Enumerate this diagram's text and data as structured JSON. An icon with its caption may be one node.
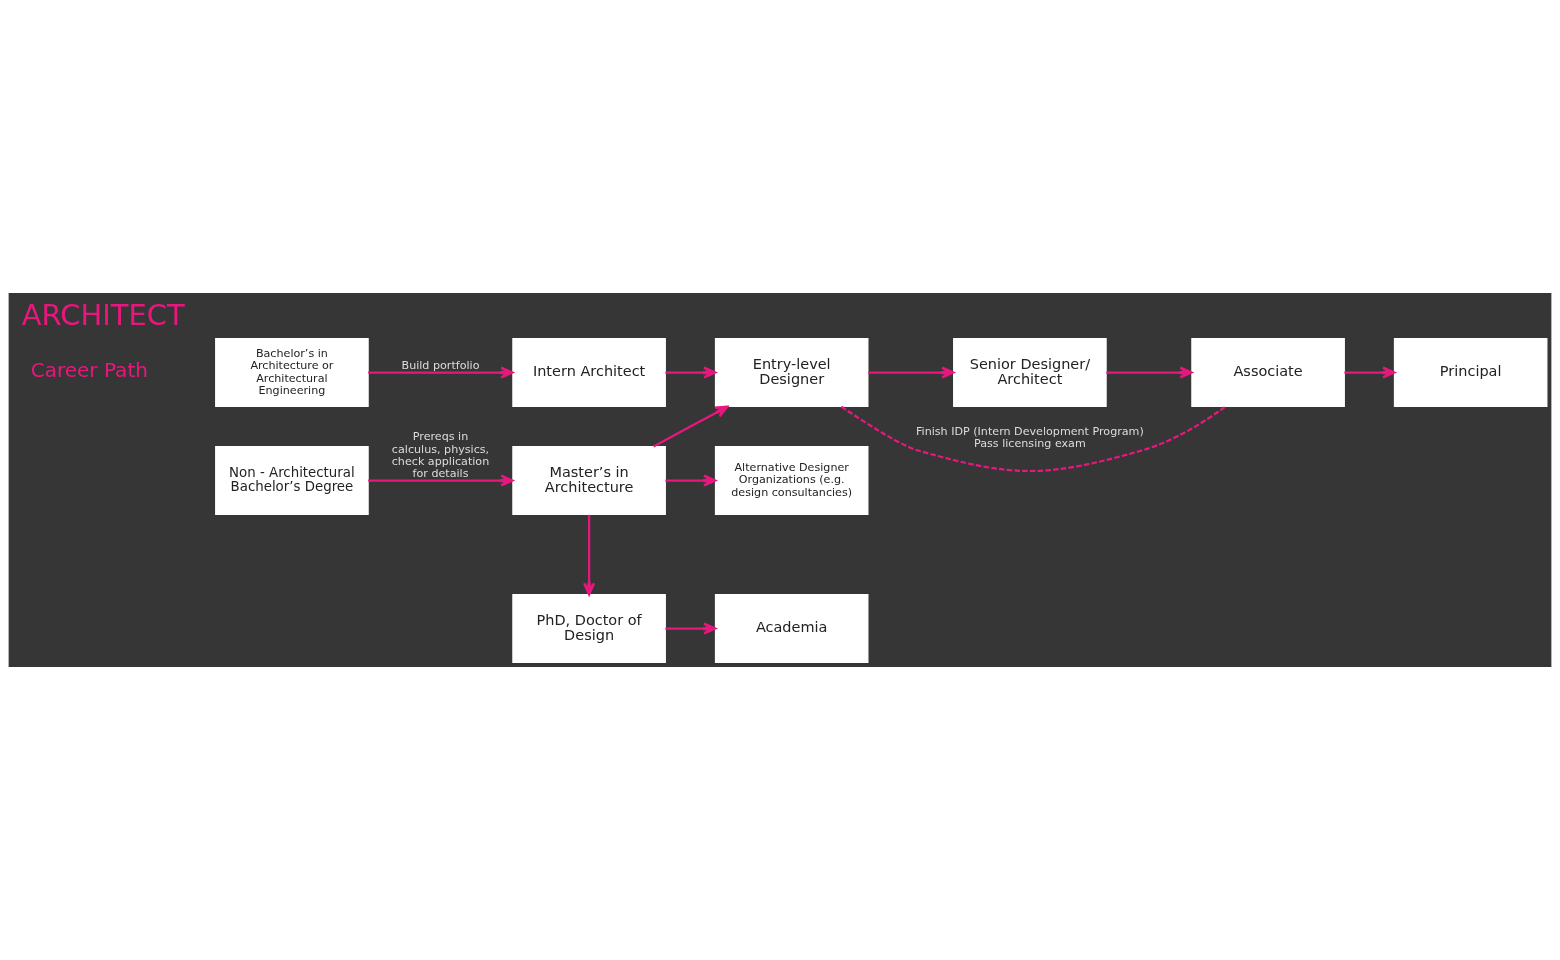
{
  "diagram": {
    "title": "ARCHITECT",
    "nodes": [
      {
        "text": [
          "Bachelor’s in Architecture or Architectural Engineering"
        ]
      },
      {
        "text": [
          "Intern Architect"
        ]
      },
      {
        "text": [
          "Entry-level Designer"
        ]
      },
      {
        "text": [
          "Senior Designer/ Architect"
        ]
      },
      {
        "text": [
          "Associate"
        ]
      },
      {
        "text": [
          "Principal"
        ]
      },
      {
        "text": [
          "Non - Architectural Bachelor’s Degree"
        ]
      },
      {
        "text": [
          "Master’s in Architecture"
        ]
      },
      {
        "text": [
          "Alternative Designer Organizations (e.g. design consultancies)"
        ]
      },
      {
        "text": [
          "PhD, Doctor of Design"
        ]
      },
      {
        "text": [
          "Academia"
        ]
      }
    ],
    "edges": [
      {
        "from": 0,
        "to": 1,
        "arrow": "to",
        "label": "Build portfolio"
      },
      {
        "from": 1,
        "to": 2,
        "arrow": "to"
      },
      {
        "from": 2,
        "to": 3,
        "arrow": "to"
      },
      {
        "from": 3,
        "to": 4,
        "arrow": "to"
      },
      {
        "from": 4,
        "to": 5,
        "arrow": "to"
      },
      {
        "from": 6,
        "to": 7,
        "arrow": "to",
        "label": "Prereqs in calculus, physics, check application for details"
      },
      {
        "from": 7,
        "to": 2,
        "arrow": "to"
      },
      {
        "from": 7,
        "to": 8,
        "arrow": "to"
      },
      {
        "from": 7,
        "to": 9,
        "arrow": "to"
      },
      {
        "from": 9,
        "to": 10,
        "arrow": "to"
      },
      {
        "from": 2,
        "to": 4,
        "arrow": "none",
        "style": "dashed",
        "label": "Finish IDP (Intern Development Program) Pass licensing exam"
      }
    ],
    "labels": [
      "Career Path"
    ]
  }
}
